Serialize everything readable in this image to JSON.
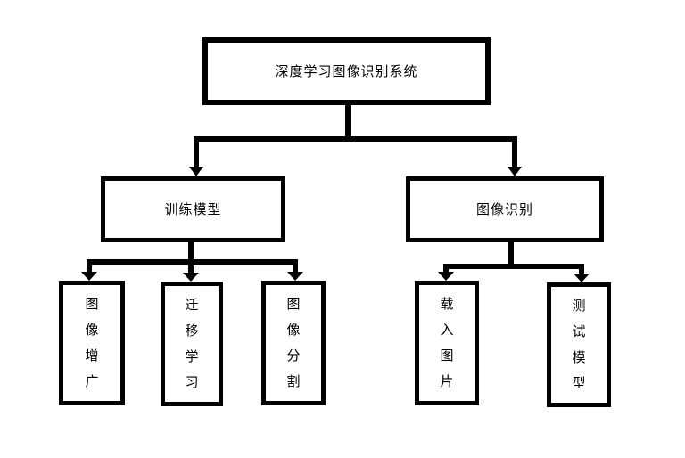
{
  "diagram": {
    "type": "flowchart",
    "colors": {
      "background": "#ffffff",
      "line": "#000000",
      "box_fill": "#ffffff",
      "text": "#000000"
    },
    "nodes": {
      "root": {
        "label": "深度学习图像识别系统"
      },
      "train_model": {
        "label": "训练模型"
      },
      "image_recognition": {
        "label": "图像识别"
      },
      "image_augmentation": {
        "label": "图像增广"
      },
      "transfer_learning": {
        "label": "迁移学习"
      },
      "image_segmentation": {
        "label": "图像分割"
      },
      "load_image": {
        "label": "载入图片"
      },
      "test_model": {
        "label": "测试模型"
      }
    },
    "edges": [
      {
        "from": "root",
        "to": "train_model",
        "arrow": "down"
      },
      {
        "from": "root",
        "to": "image_recognition",
        "arrow": "down"
      },
      {
        "from": "train_model",
        "to": "image_augmentation",
        "arrow": "down"
      },
      {
        "from": "train_model",
        "to": "transfer_learning",
        "arrow": "down"
      },
      {
        "from": "train_model",
        "to": "image_segmentation",
        "arrow": "down"
      },
      {
        "from": "image_recognition",
        "to": "load_image",
        "arrow": "down"
      },
      {
        "from": "image_recognition",
        "to": "test_model",
        "arrow": "down"
      }
    ]
  }
}
